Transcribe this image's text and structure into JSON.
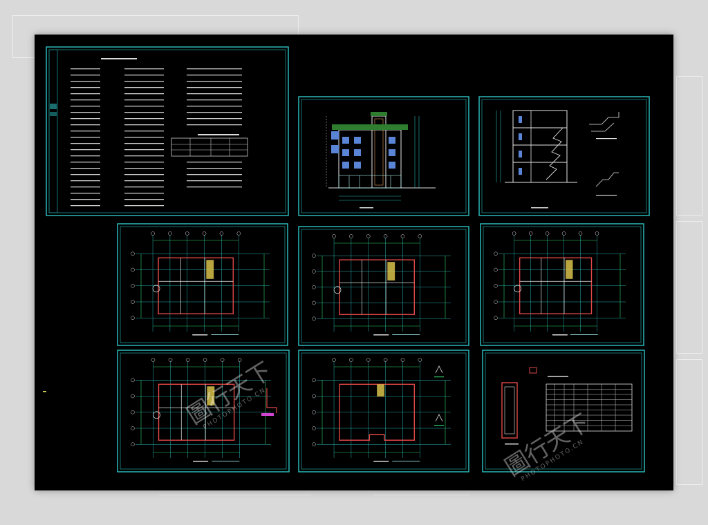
{
  "page": {
    "background_color": "#d9d9d9",
    "canvas_color": "#000000",
    "frame_color": "#2ab7b7"
  },
  "sheets": [
    {
      "id": "design-notes",
      "kind": "text-notes"
    },
    {
      "id": "elevation",
      "kind": "elevation"
    },
    {
      "id": "section",
      "kind": "section"
    },
    {
      "id": "plan-1",
      "kind": "floor-plan"
    },
    {
      "id": "plan-2",
      "kind": "floor-plan"
    },
    {
      "id": "plan-3",
      "kind": "floor-plan"
    },
    {
      "id": "plan-4",
      "kind": "floor-plan"
    },
    {
      "id": "roof-plan",
      "kind": "roof-plan"
    },
    {
      "id": "door-window-table",
      "kind": "schedule"
    }
  ],
  "watermark": {
    "text": "PHOTOPHOTO.CN",
    "color": "rgba(255,255,255,0.35)"
  }
}
